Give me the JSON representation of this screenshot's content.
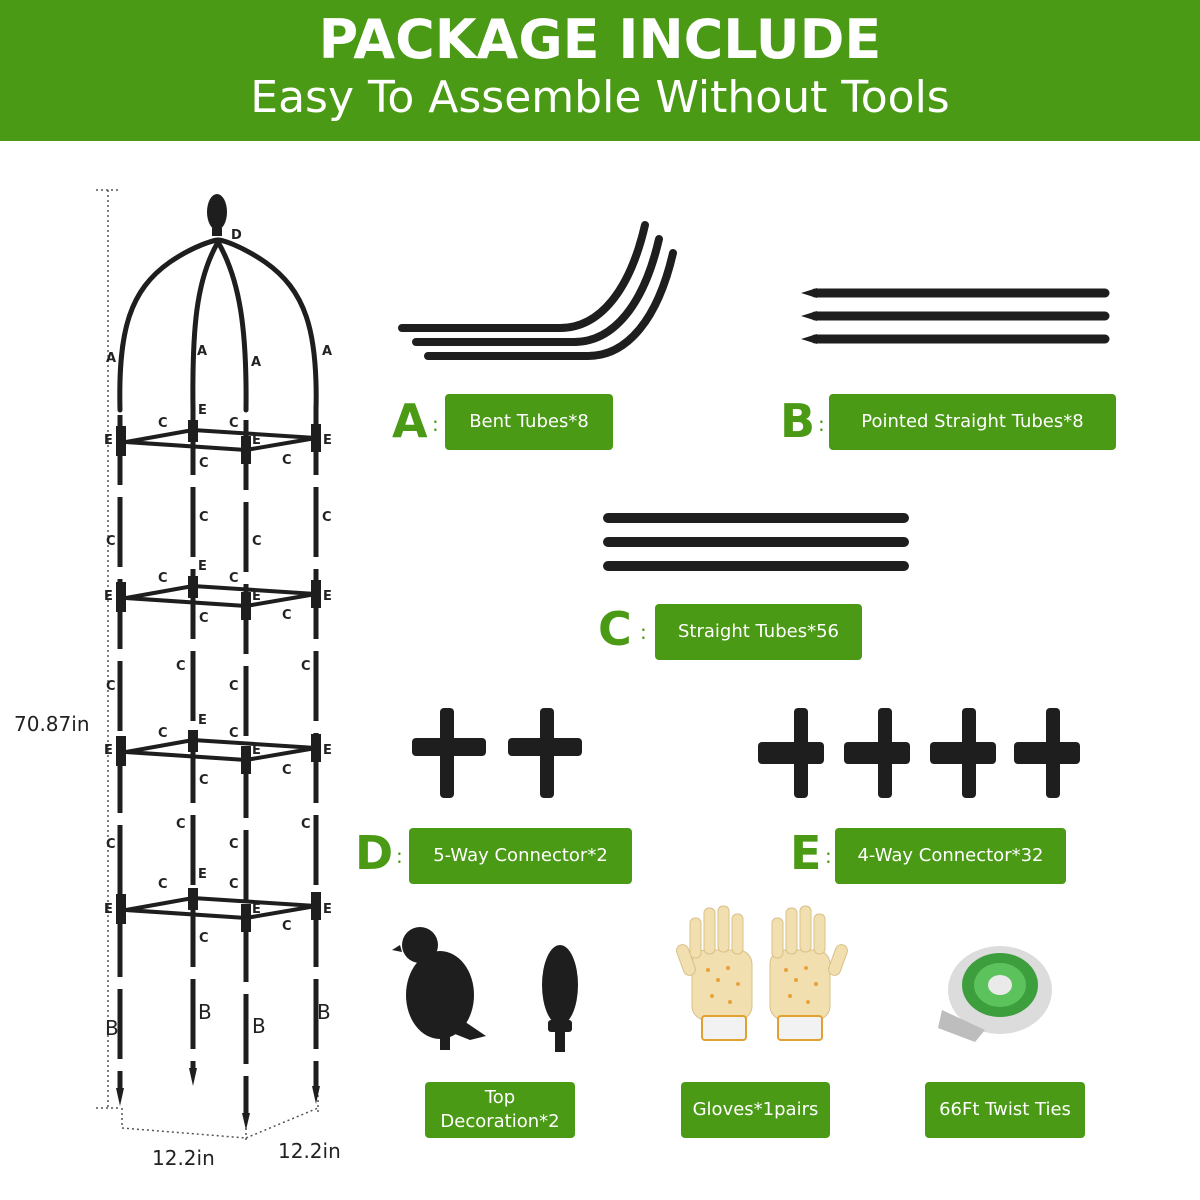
{
  "header": {
    "title": "PACKAGE INCLUDE",
    "subtitle": "Easy To Assemble Without Tools"
  },
  "diagram": {
    "height_label": "70.87in",
    "width_label_1": "12.2in",
    "width_label_2": "12.2in"
  },
  "parts": {
    "a": {
      "letter": "A",
      "label": "Bent Tubes*8"
    },
    "b": {
      "letter": "B",
      "label": "Pointed Straight Tubes*8"
    },
    "c": {
      "letter": "C",
      "label": "Straight Tubes*56"
    },
    "d": {
      "letter": "D",
      "label": "5-Way Connector*2"
    },
    "e": {
      "letter": "E",
      "label": "4-Way Connector*32"
    },
    "top": {
      "label": "Top Decoration*2"
    },
    "gloves": {
      "label": "Gloves*1pairs"
    },
    "ties": {
      "label": "66Ft Twist Ties"
    }
  },
  "colors": {
    "accent": "#4a9a15",
    "part": "#1e1e1e"
  }
}
